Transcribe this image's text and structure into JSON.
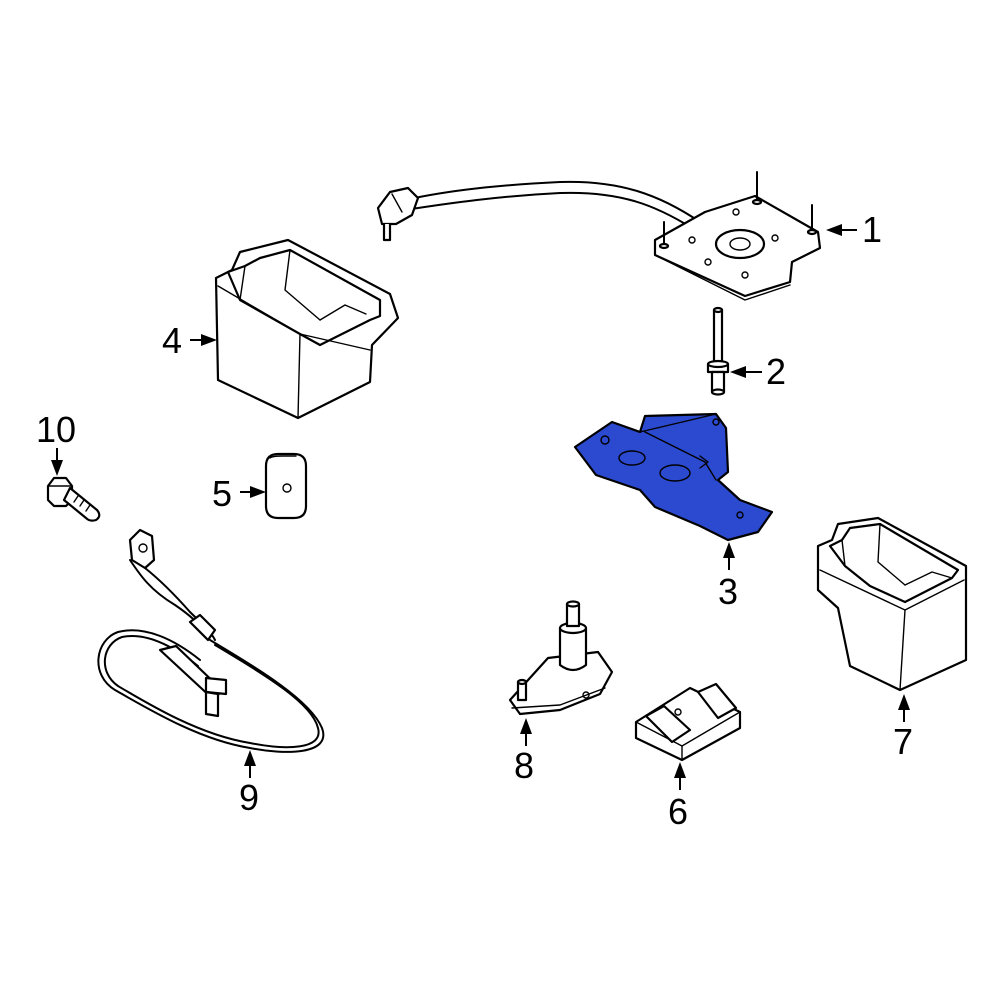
{
  "colors": {
    "highlight": "#2b4ad0",
    "line": "#000000",
    "background": "#ffffff"
  },
  "callouts": [
    {
      "part": "spare-tire-carrier-plate",
      "label": "1"
    },
    {
      "part": "stud-pin",
      "label": "2"
    },
    {
      "part": "mounting-bracket",
      "label": "3",
      "highlighted": true
    },
    {
      "part": "storage-bin",
      "label": "4"
    },
    {
      "part": "square-spacer",
      "label": "5"
    },
    {
      "part": "support-pad",
      "label": "6"
    },
    {
      "part": "side-bin",
      "label": "7"
    },
    {
      "part": "support-bracket-post",
      "label": "8"
    },
    {
      "part": "release-cable",
      "label": "9"
    },
    {
      "part": "bolt",
      "label": "10"
    }
  ]
}
